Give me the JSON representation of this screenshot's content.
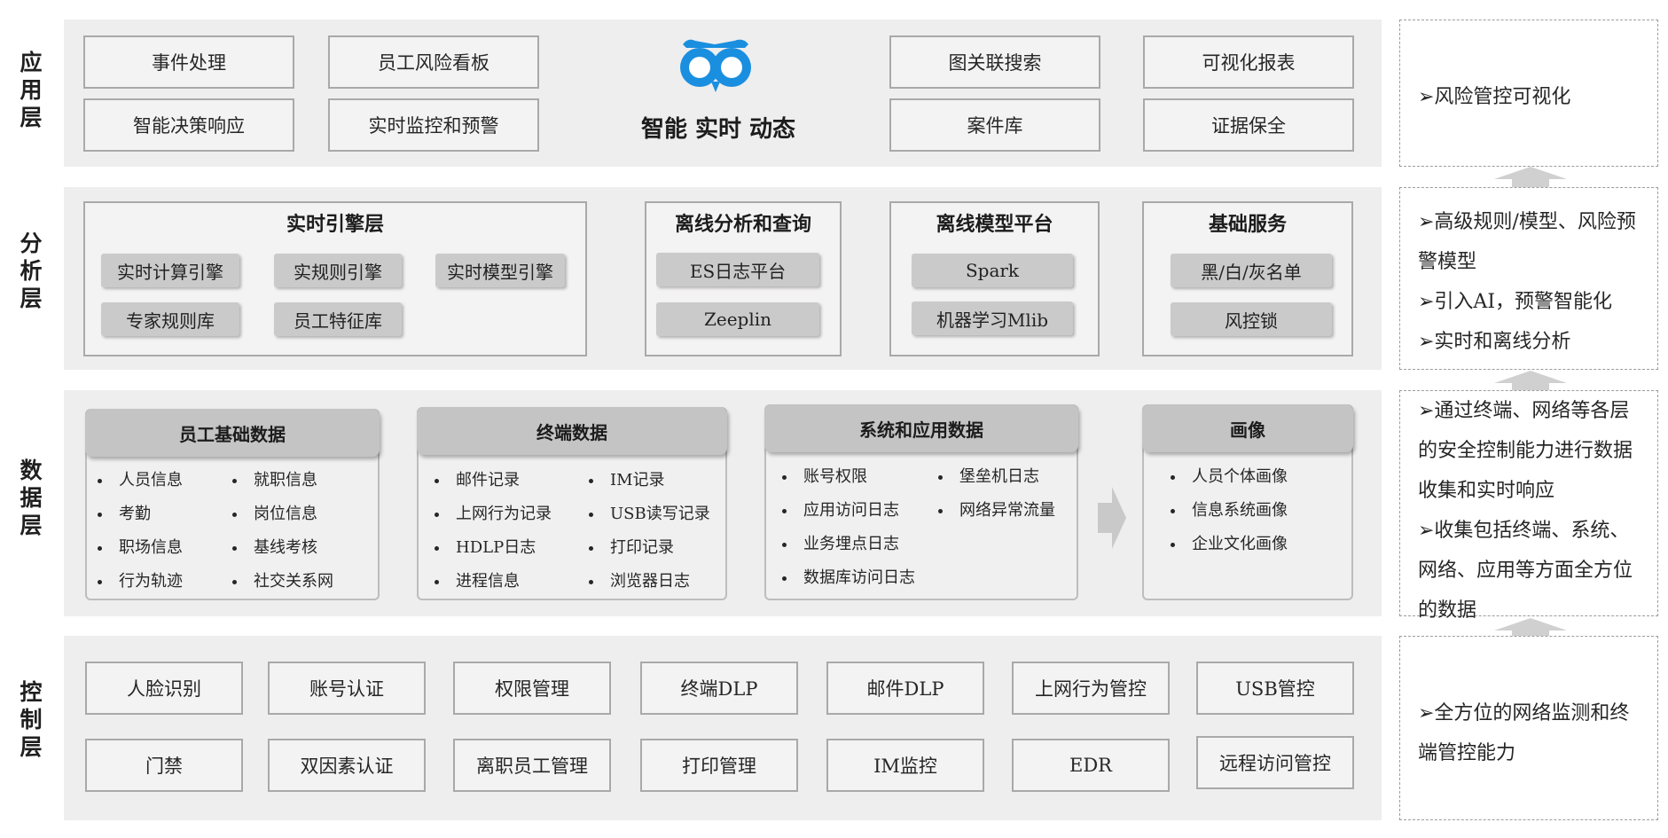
{
  "layers": {
    "application": "应用层",
    "analysis": "分析层",
    "data": "数据层",
    "control": "控制层"
  },
  "application": {
    "left_boxes": [
      "事件处理",
      "员工风险看板",
      "智能决策响应",
      "实时监控和预警"
    ],
    "center_slogan": "智能 实时 动态",
    "right_boxes": [
      "图关联搜索",
      "可视化报表",
      "案件库",
      "证据保全"
    ]
  },
  "analysis": {
    "realtime": {
      "title": "实时引擎层",
      "items": [
        "实时计算引擎",
        "实规则引擎",
        "实时模型引擎",
        "专家规则库",
        "员工特征库"
      ]
    },
    "offline_query": {
      "title": "离线分析和查询",
      "items": [
        "ES日志平台",
        "Zeeplin"
      ]
    },
    "offline_model": {
      "title": "离线模型平台",
      "items": [
        "Spark",
        "机器学习Mlib"
      ]
    },
    "basic": {
      "title": "基础服务",
      "items": [
        "黑/白/灰名单",
        "风控锁"
      ]
    }
  },
  "data": {
    "employee": {
      "title": "员工基础数据",
      "col1": [
        "人员信息",
        "考勤",
        "职场信息",
        "行为轨迹"
      ],
      "col2": [
        "就职信息",
        "岗位信息",
        "基线考核",
        "社交关系网"
      ]
    },
    "terminal": {
      "title": "终端数据",
      "col1": [
        "邮件记录",
        "上网行为记录",
        "HDLP日志",
        "进程信息"
      ],
      "col2": [
        "IM记录",
        "USB读写记录",
        "打印记录",
        "浏览器日志"
      ]
    },
    "system": {
      "title": "系统和应用数据",
      "col1": [
        "账号权限",
        "应用访问日志",
        "业务埋点日志",
        "数据库访问日志"
      ],
      "col2": [
        "堡垒机日志",
        "网络异常流量"
      ]
    },
    "profile": {
      "title": "画像",
      "col1": [
        "人员个体画像",
        "信息系统画像",
        "企业文化画像"
      ]
    }
  },
  "control": {
    "row1": [
      "人脸识别",
      "账号认证",
      "权限管理",
      "终端DLP",
      "邮件DLP",
      "上网行为管控",
      "USB管控"
    ],
    "row2": [
      "门禁",
      "双因素认证",
      "离职员工管理",
      "打印管理",
      "IM监控",
      "EDR",
      "远程访问管控"
    ]
  },
  "side_notes": {
    "application": [
      "➢风险管控可视化"
    ],
    "analysis": [
      "➢高级规则/模型、风险预警模型",
      "➢引入AI，预警智能化",
      "➢实时和离线分析"
    ],
    "data": [
      "➢通过终端、网络等各层的安全控制能力进行数据收集和实时响应",
      "➢收集包括终端、系统、网络、应用等方面全方位的数据"
    ],
    "control": [
      "➢全方位的网络监测和终端管控能力"
    ]
  },
  "colors": {
    "band": "#efeeee",
    "box_border": "#a9a9a9",
    "chip": "#cacaca",
    "header": "#c4c4c4",
    "logo_blue": "#1a8fe0"
  }
}
